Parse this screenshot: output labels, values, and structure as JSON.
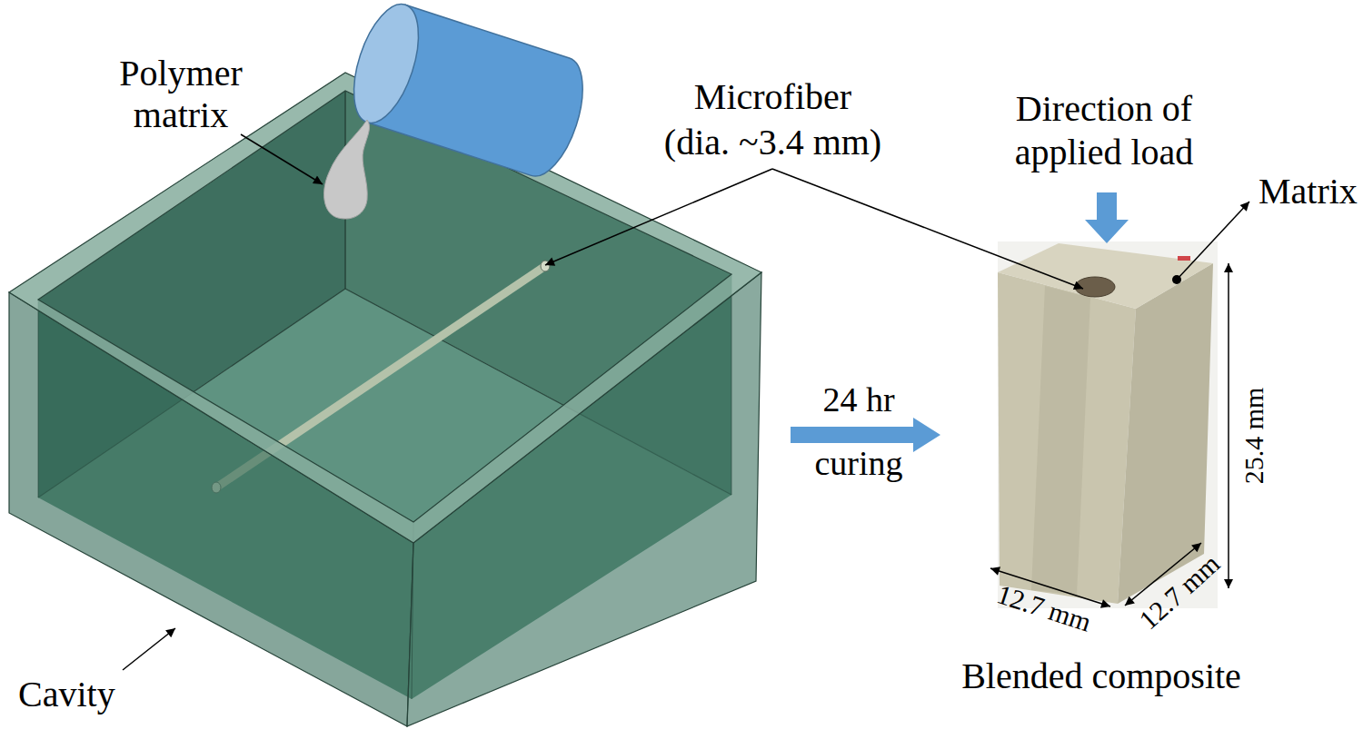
{
  "diagram": {
    "labels": [
      "Polymer matrix",
      "Microfiber (dia. ~3.4 mm)",
      "Direction of applied load",
      "Matrix",
      "24 hr curing",
      "25.4 mm",
      "12.7 mm",
      "12.7 mm",
      "Cavity",
      "Blended composite"
    ]
  }
}
